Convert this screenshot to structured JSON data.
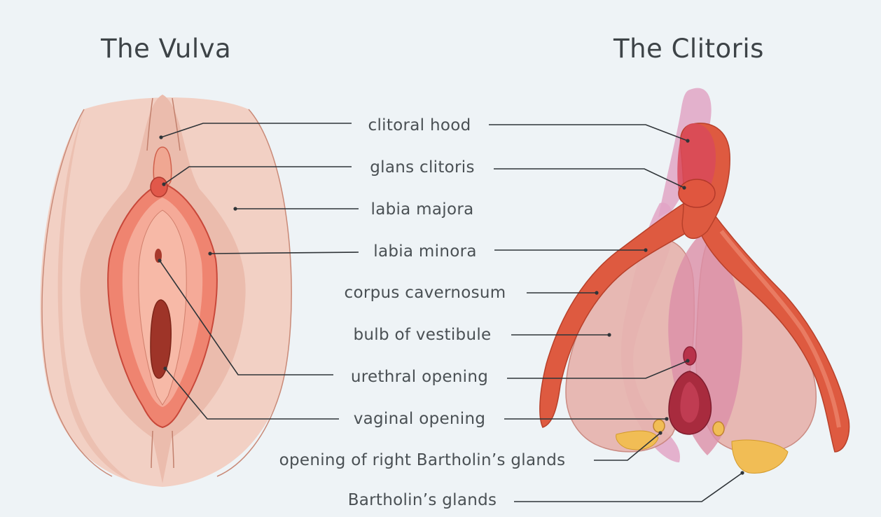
{
  "titles": {
    "vulva": "The Vulva",
    "clitoris": "The Clitoris"
  },
  "labels": {
    "clitoral_hood": "clitoral hood",
    "glans_clitoris": "glans clitoris",
    "labia_majora": "labia majora",
    "labia_minora": "labia minora",
    "corpus_cavernosum": "corpus cavernosum",
    "bulb_of_vestibule": "bulb of vestibule",
    "urethral_opening": "urethral opening",
    "vaginal_opening": "vaginal opening",
    "opening_bartholin": "opening of right Bartholin’s glands",
    "bartholins_glands": "Bartholin’s glands"
  },
  "colors": {
    "background": "#eef3f6",
    "skin_light": "#f2cfc3",
    "skin_mid": "#e9b5a6",
    "labia_minora": "#ee7d6c",
    "erectile_tissue": "#de5840",
    "bulb": "#e3a6a4",
    "glans": "#d94f55",
    "vaginal_opening": "#9c3328",
    "bartholin_glands": "#f1bd55",
    "leader_line": "#2f3438"
  }
}
